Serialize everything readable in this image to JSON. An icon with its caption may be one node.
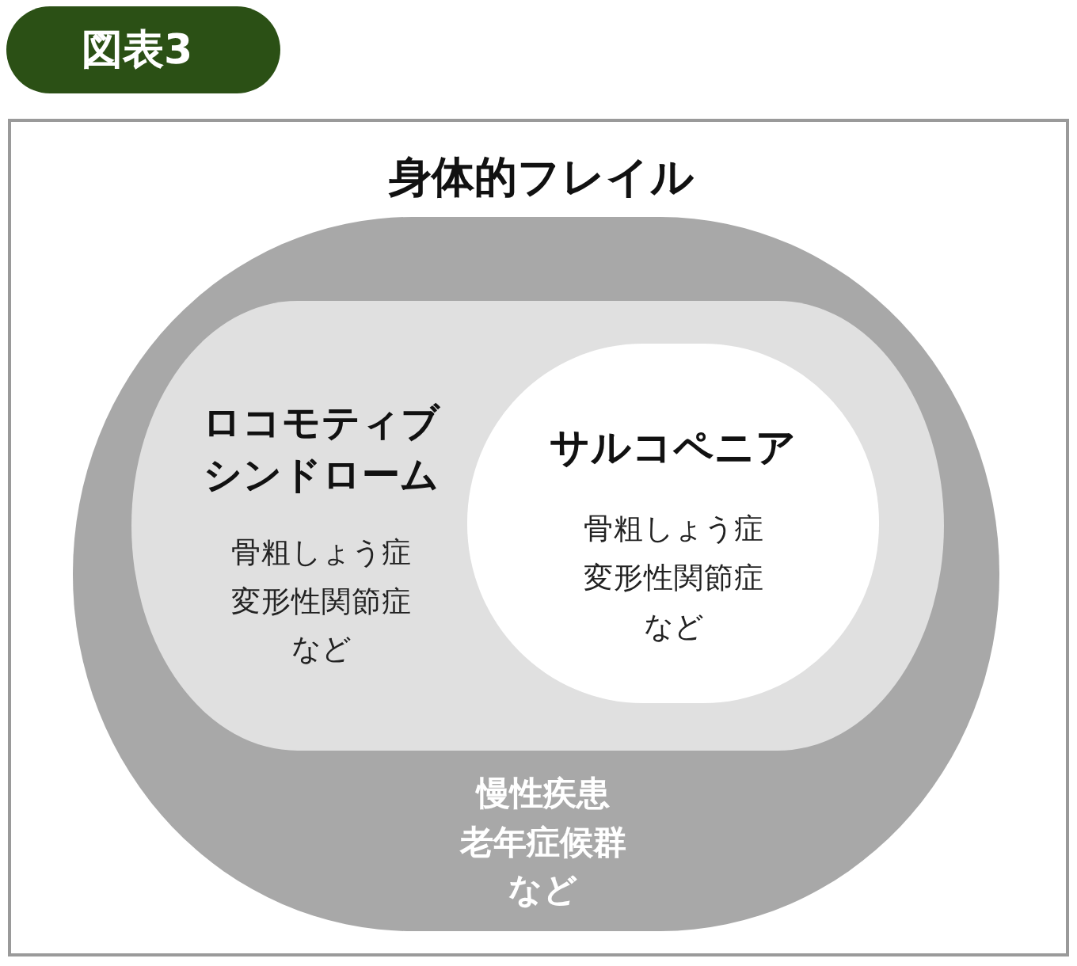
{
  "diagram": {
    "title": "図表3",
    "nodes": [
      {
        "text": [
          "身体的フレイル",
          "慢性疾患",
          "老年症候群",
          "など"
        ]
      },
      {
        "text": [
          "ロコモティブシンドローム",
          "骨粗しょう症",
          "変形性関節症",
          "など"
        ],
        "in": 0
      },
      {
        "text": [
          "サルコペニア",
          "骨粗しょう症",
          "変形性関節症",
          "など"
        ],
        "in": 1
      }
    ]
  }
}
